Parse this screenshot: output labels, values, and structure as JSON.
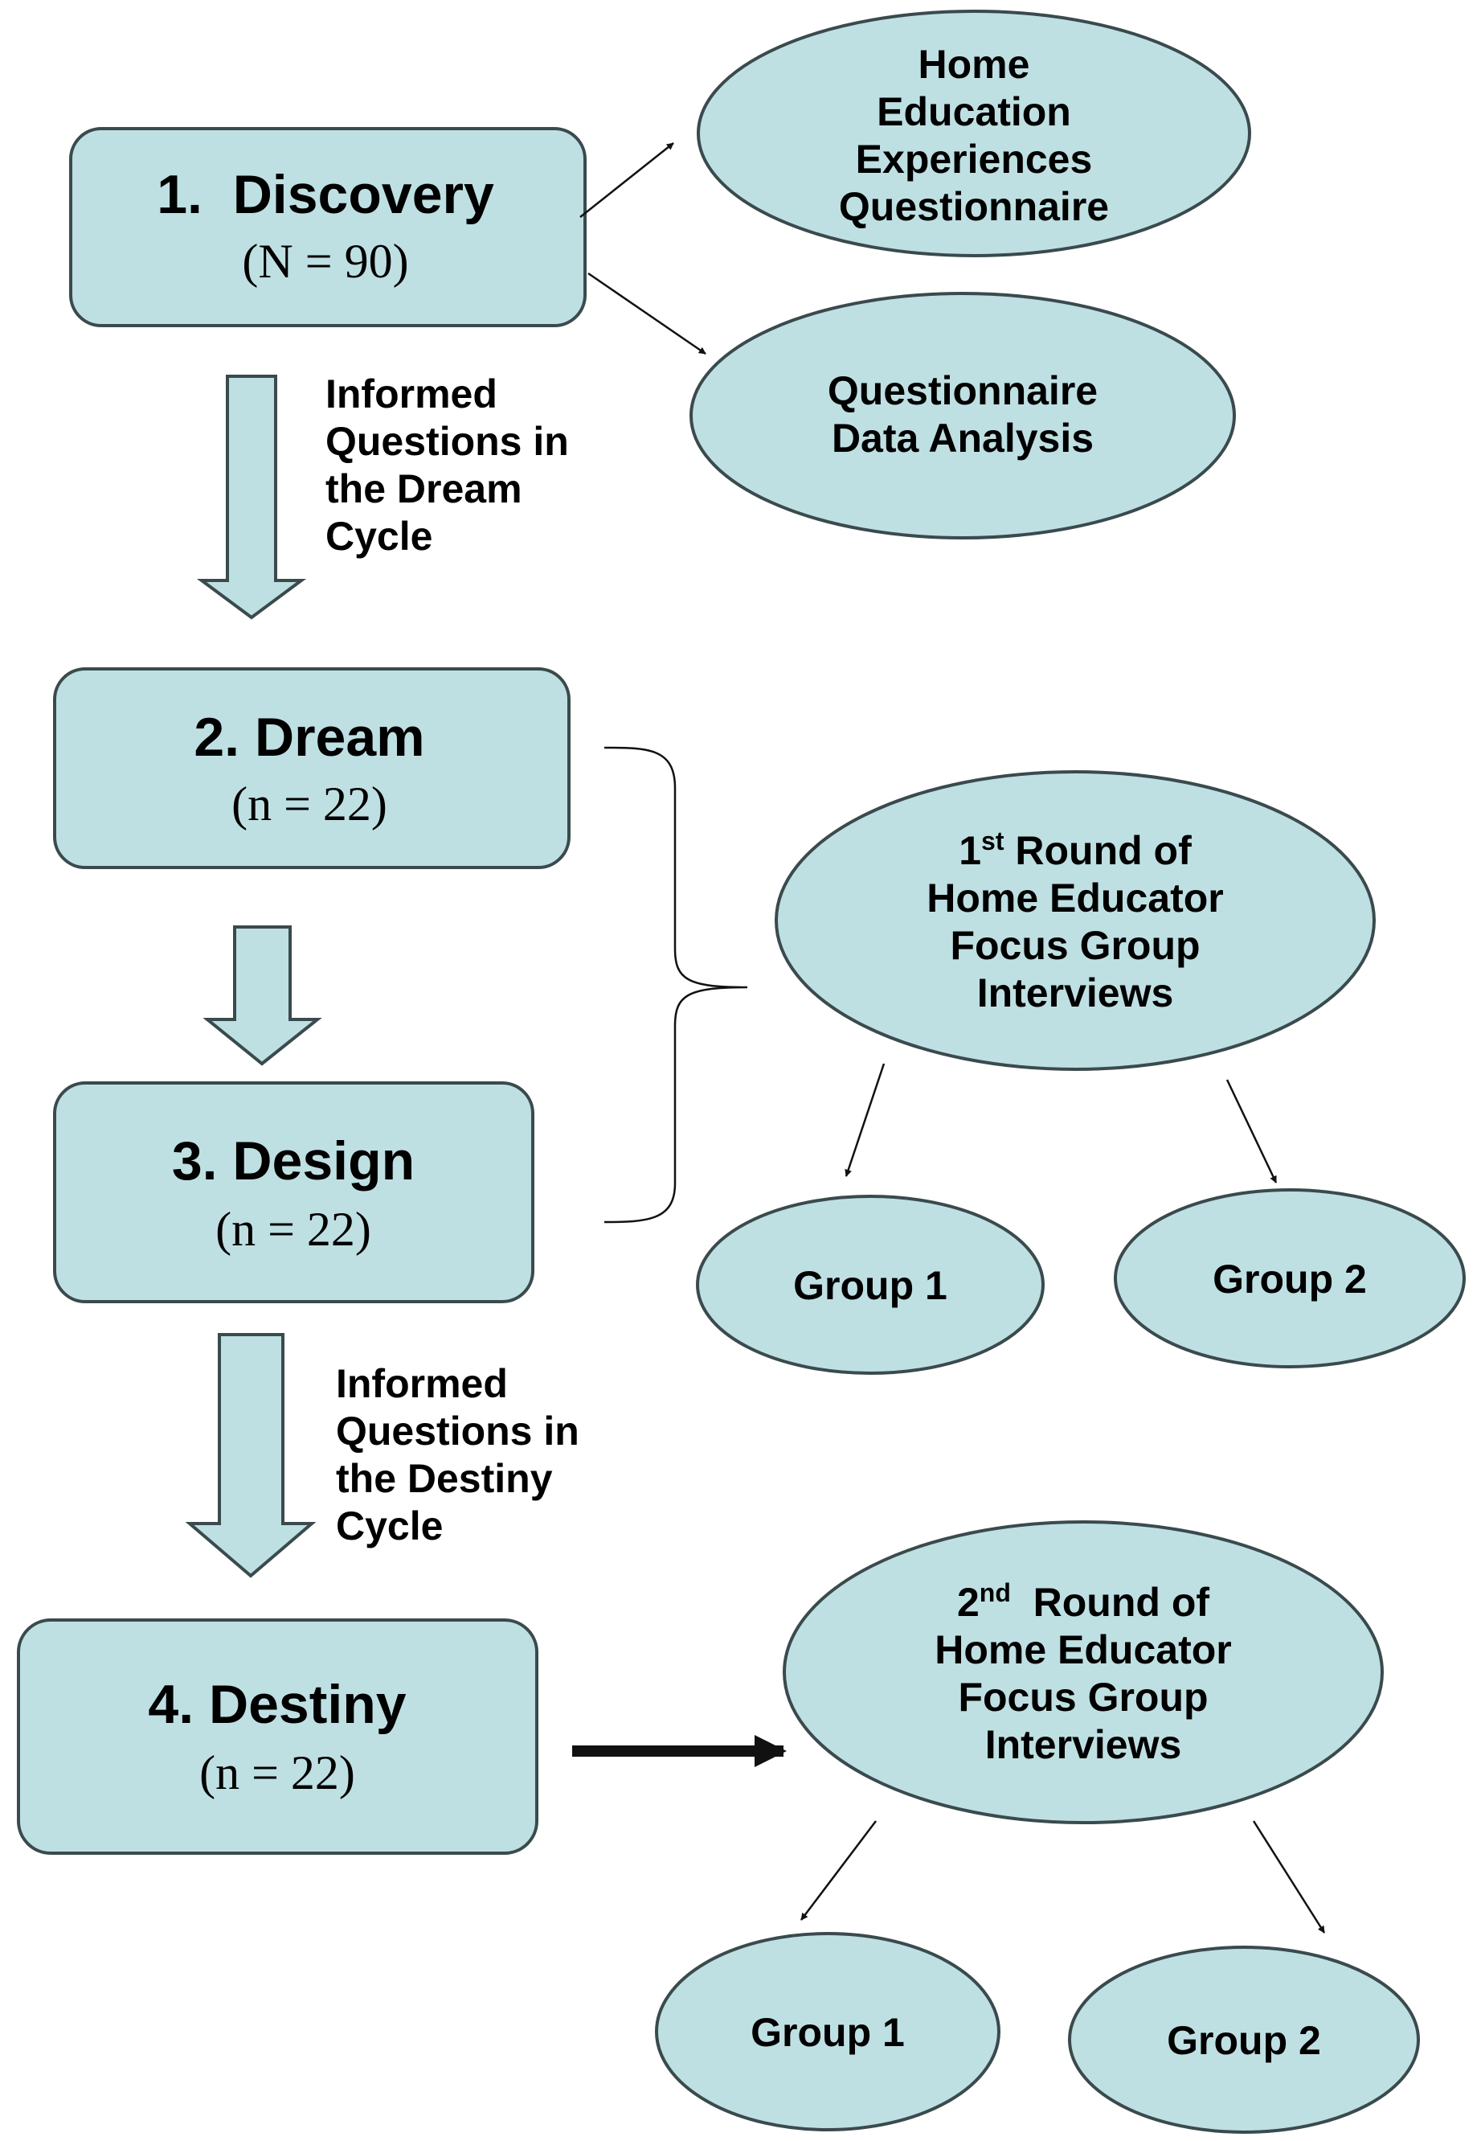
{
  "stages": {
    "discovery": {
      "title": "1.  Discovery",
      "n": "(N = 90)"
    },
    "dream": {
      "title": "2. Dream",
      "n": "(n = 22)"
    },
    "design": {
      "title": "3. Design",
      "n": "(n = 22)"
    },
    "destiny": {
      "title": "4. Destiny",
      "n": "(n = 22)"
    }
  },
  "discovery_outputs": {
    "questionnaire": [
      "Home",
      "Education",
      "Experiences",
      "Questionnaire"
    ],
    "analysis": [
      "Questionnaire",
      "Data Analysis"
    ]
  },
  "notes": {
    "dream_cycle": [
      "Informed",
      "Questions in",
      "the Dream",
      "Cycle"
    ],
    "destiny_cycle": [
      "Informed",
      "Questions in",
      "the Destiny",
      "Cycle"
    ]
  },
  "round1": {
    "ordinal_number": "1",
    "ordinal_suffix": "st",
    "line1_rest": " Round of",
    "lines": [
      "Home Educator",
      "Focus Group",
      "Interviews"
    ],
    "group1": "Group 1",
    "group2": "Group 2"
  },
  "round2": {
    "ordinal_number": "2",
    "ordinal_suffix": "nd",
    "line1_rest": "  Round of",
    "lines": [
      "Home Educator",
      "Focus Group",
      "Interviews"
    ],
    "group1": "Group 1",
    "group2": "Group 2"
  },
  "colors": {
    "fill": "#bfe0e3",
    "stroke": "#3a4a4d"
  }
}
